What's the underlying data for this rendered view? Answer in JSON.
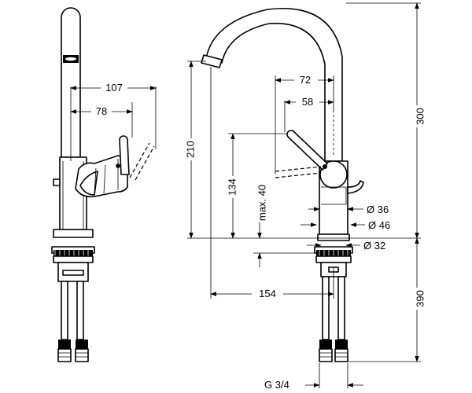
{
  "side_view": {
    "dim_107": "107",
    "dim_78": "78"
  },
  "front_view": {
    "dim_72": "72",
    "dim_58": "58",
    "dim_300": "300",
    "dim_210": "210",
    "dim_134": "134",
    "dim_max40": "max. 40",
    "dim_d36": "Ø 36",
    "dim_d46": "Ø 46",
    "dim_d32": "Ø 32",
    "dim_154": "154",
    "dim_390": "390",
    "dim_g34": "G 3/4"
  }
}
